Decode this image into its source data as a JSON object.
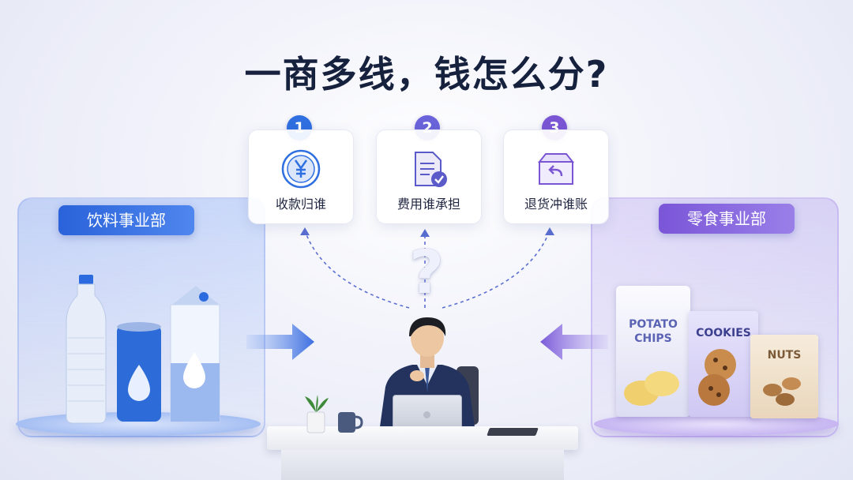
{
  "title": "一商多线，钱怎么分?",
  "steps": [
    {
      "number": "1",
      "label": "收款归谁",
      "icon": "yen-coin-icon",
      "color": "#2f6fe0"
    },
    {
      "number": "2",
      "label": "费用谁承担",
      "icon": "document-check-icon",
      "color": "#6a63d9"
    },
    {
      "number": "3",
      "label": "退货冲谁账",
      "icon": "return-box-icon",
      "color": "#7a56d4"
    }
  ],
  "left_division": {
    "label": "饮料事业部",
    "color": "#2f6be0"
  },
  "right_division": {
    "label": "零食事业部",
    "color": "#7a5ad8"
  },
  "products": {
    "chips": "POTATO\nCHIPS",
    "cookies": "COOKIES",
    "nuts": "NUTS"
  },
  "center_symbol": "?"
}
